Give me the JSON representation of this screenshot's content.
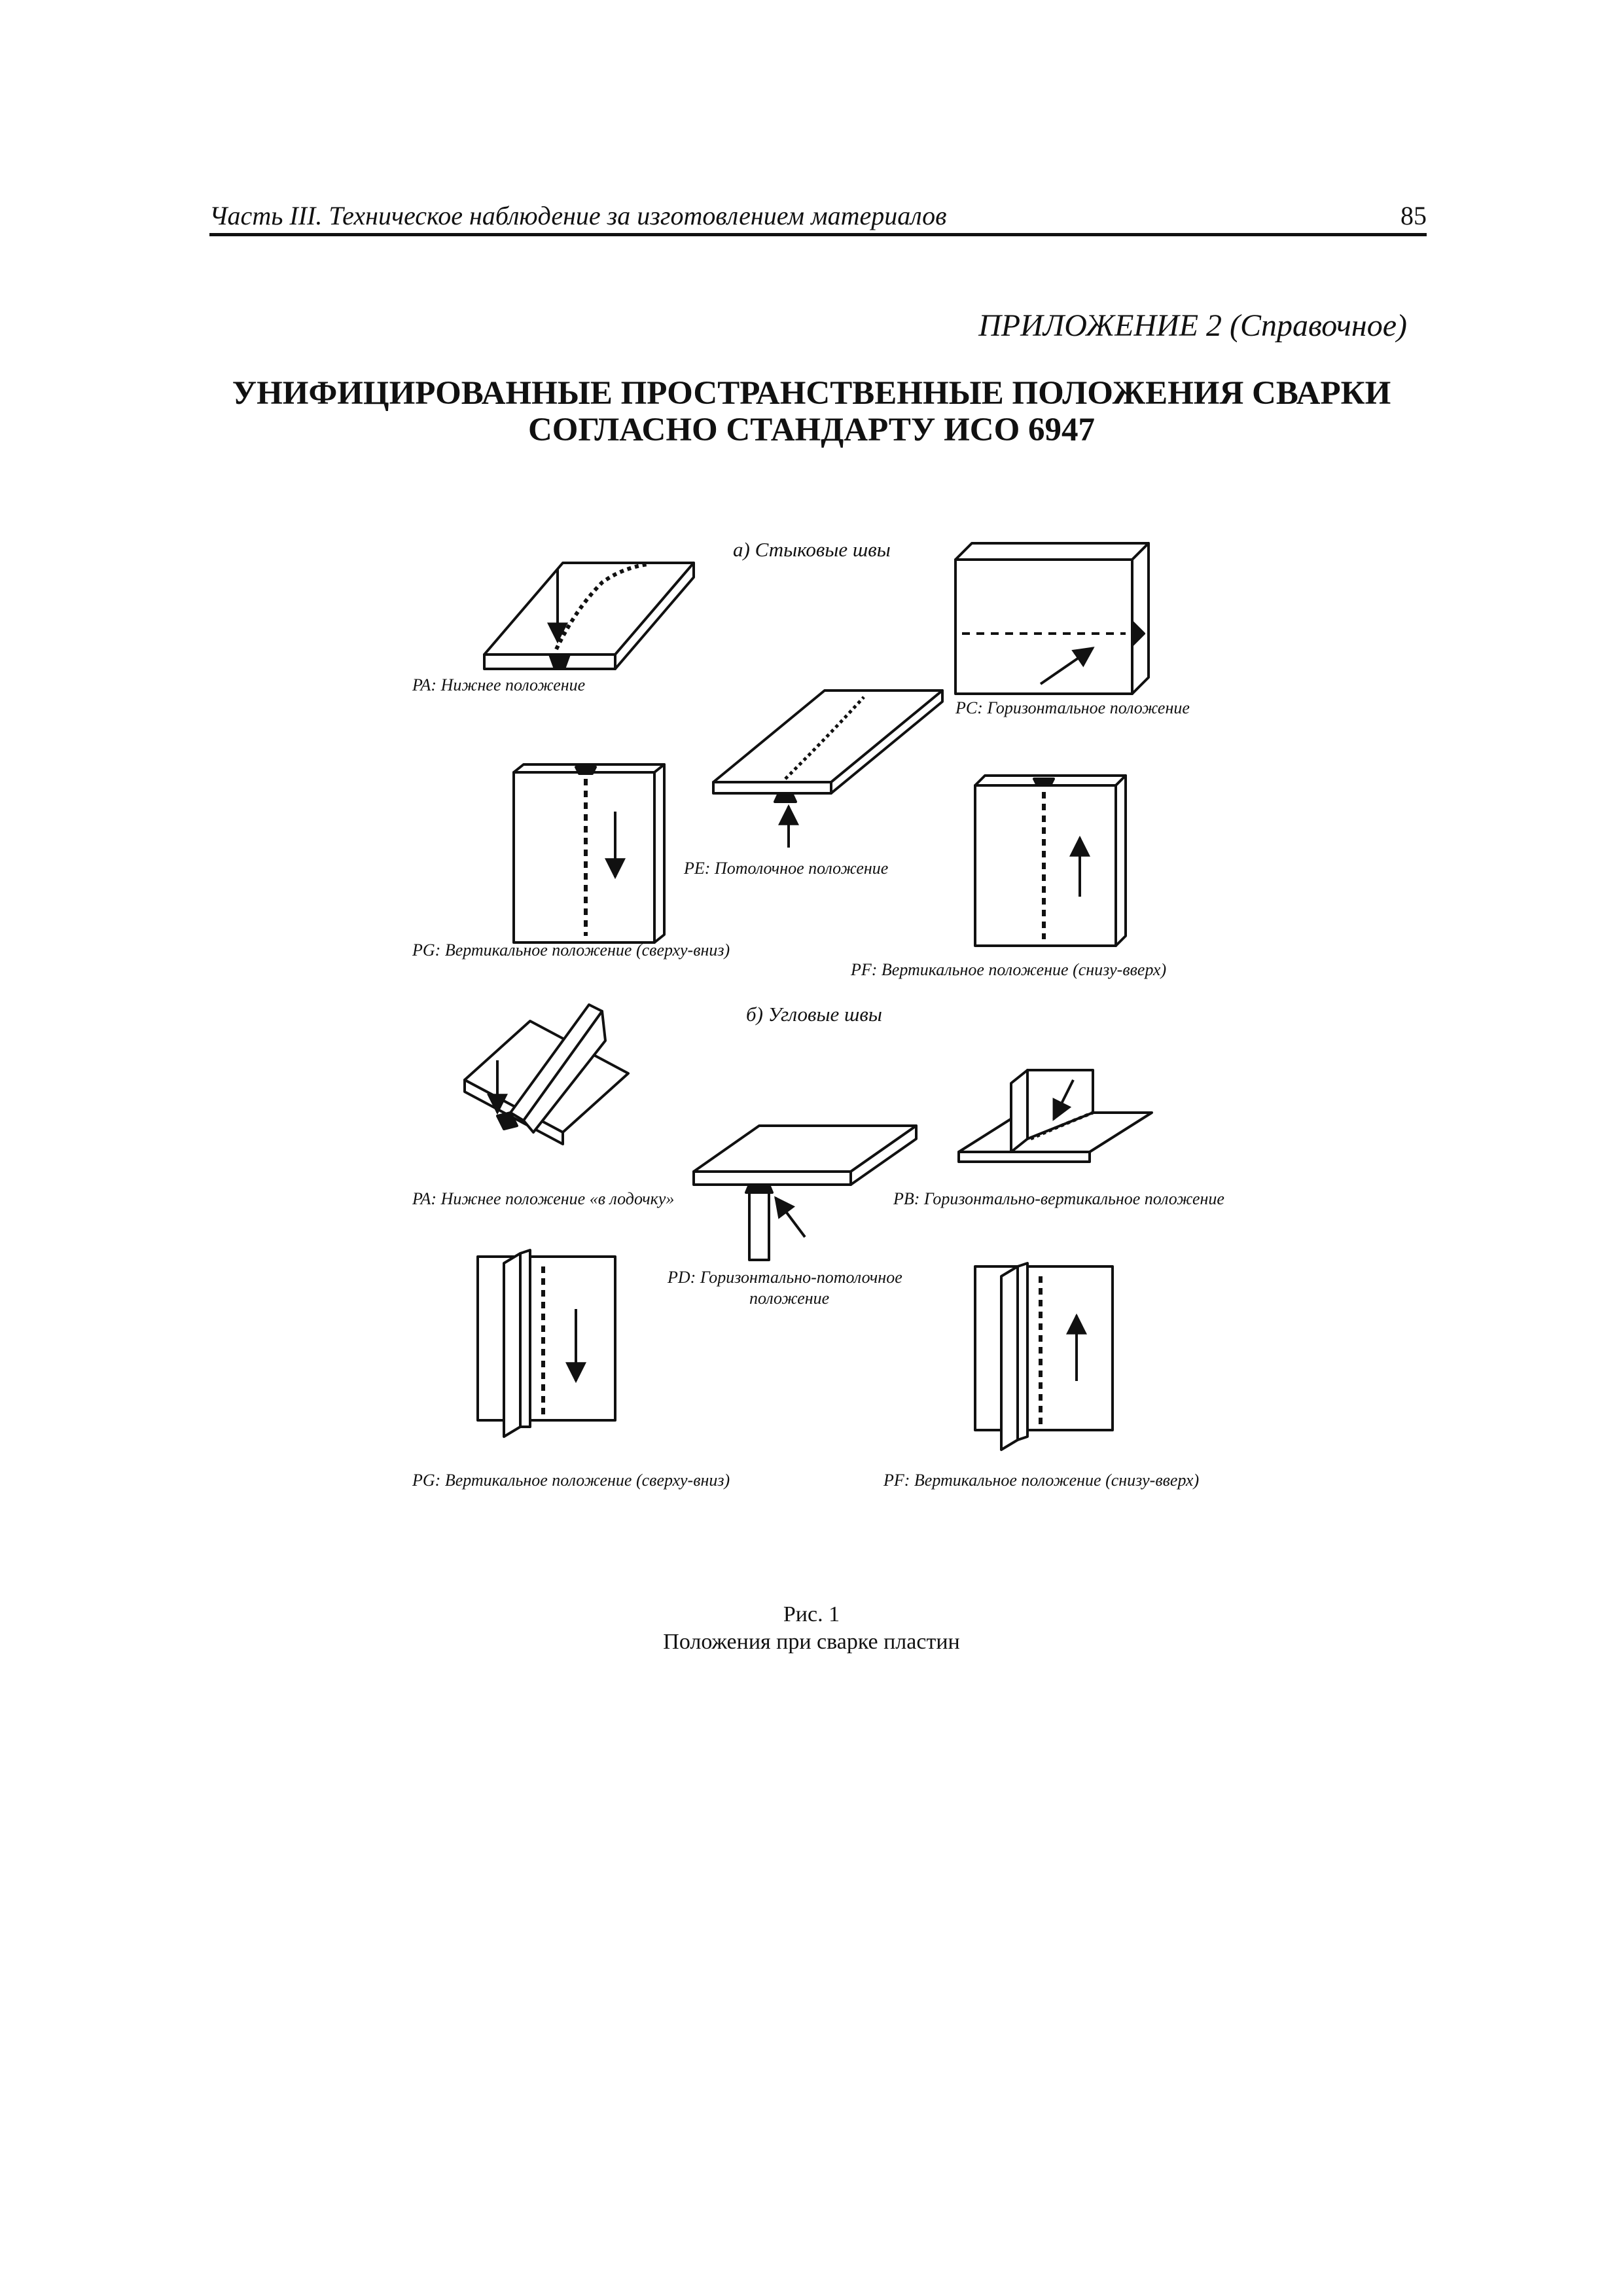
{
  "header": {
    "running_title": "Часть III. Техническое наблюдение за изготовлением материалов",
    "page_number": "85"
  },
  "appendix_label": "ПРИЛОЖЕНИЕ 2 (Справочное)",
  "title": {
    "line1": "УНИФИЦИРОВАННЫЕ ПРОСТРАНСТВЕННЫЕ ПОЛОЖЕНИЯ СВАРКИ",
    "line2": "СОГЛАСНО СТАНДАРТУ ИСО 6947"
  },
  "figure": {
    "section_a": "а) Стыковые швы",
    "section_b": "б) Угловые швы",
    "butt": {
      "pa": "PA: Нижнее положение",
      "pc": "PC: Горизонтальное положение",
      "pe": "PE: Потолочное положение",
      "pg": "PG: Вертикальное положение (сверху-вниз)",
      "pf": "PF: Вертикальное положение (снизу-вверх)"
    },
    "fillet": {
      "pa": "PA: Нижнее положение «в лодочку»",
      "pb": "PB: Горизонтально-вертикальное положение",
      "pd_line1": "PD: Горизонтально-потолочное",
      "pd_line2": "положение",
      "pg": "PG: Вертикальное положение (сверху-вниз)",
      "pf": "PF: Вертикальное положение (снизу-вверх)"
    }
  },
  "caption": {
    "number": "Рис. 1",
    "text": "Положения при сварке пластин"
  }
}
